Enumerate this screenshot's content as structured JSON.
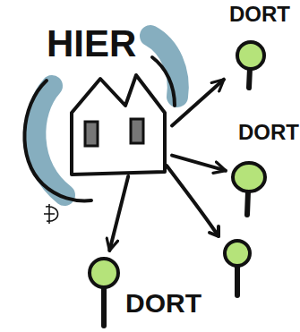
{
  "diagram": {
    "nodes": [
      {
        "text": [
          "HIER"
        ]
      },
      {
        "text": [
          "DORT"
        ]
      },
      {
        "text": [
          "DORT"
        ]
      },
      {
        "text": [
          "DORT"
        ]
      }
    ],
    "edges": [
      {
        "from": 0,
        "to": 1,
        "arrow": "to"
      },
      {
        "from": 0,
        "to": 2,
        "arrow": "to"
      },
      {
        "from": 0,
        "to": 3,
        "arrow": "to"
      }
    ]
  }
}
